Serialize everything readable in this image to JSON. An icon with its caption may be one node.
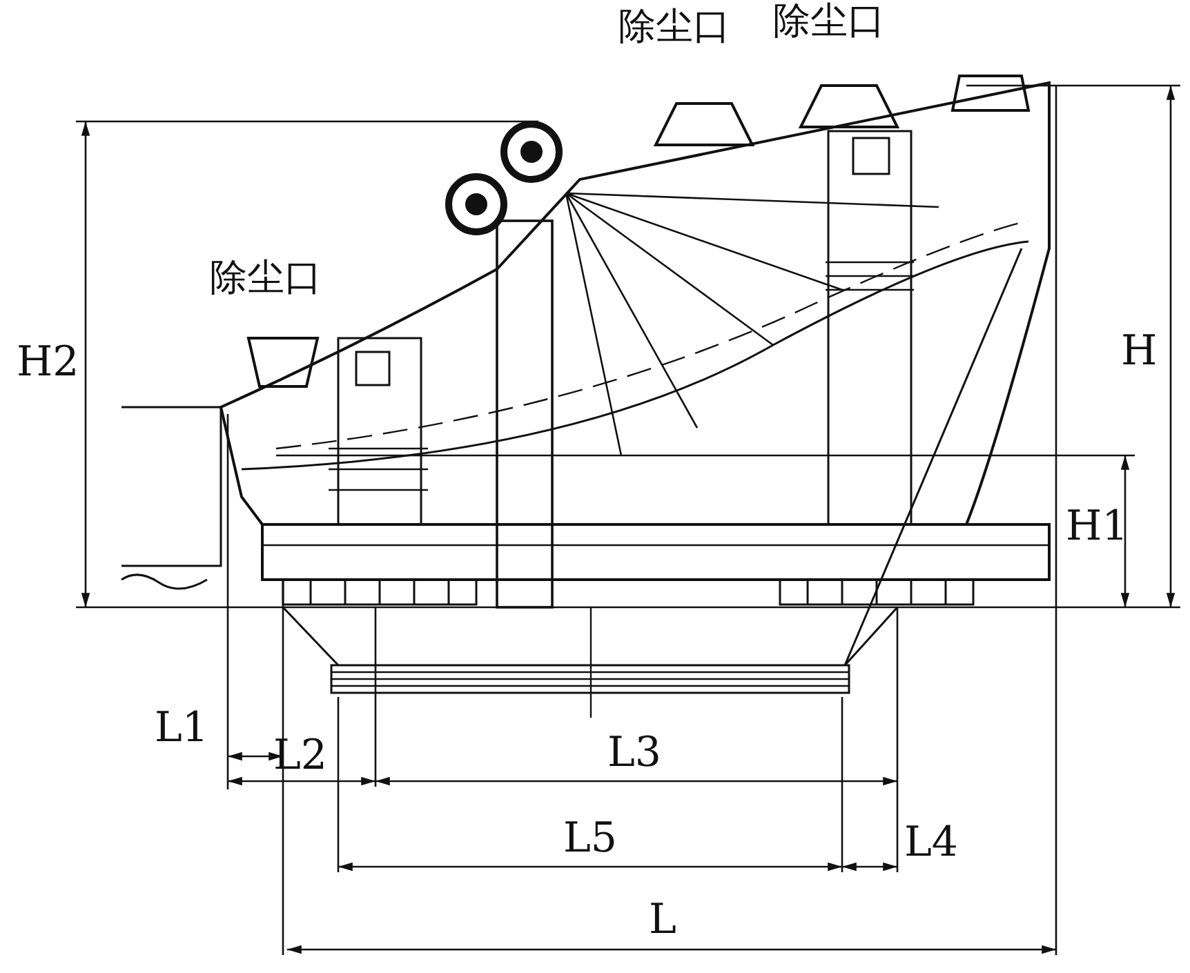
{
  "diagram": {
    "labels": [
      "除尘口",
      "除尘口",
      "除尘口",
      "H2",
      "H",
      "H1",
      "L1",
      "L2",
      "L3",
      "L5",
      "L4",
      "L"
    ]
  }
}
